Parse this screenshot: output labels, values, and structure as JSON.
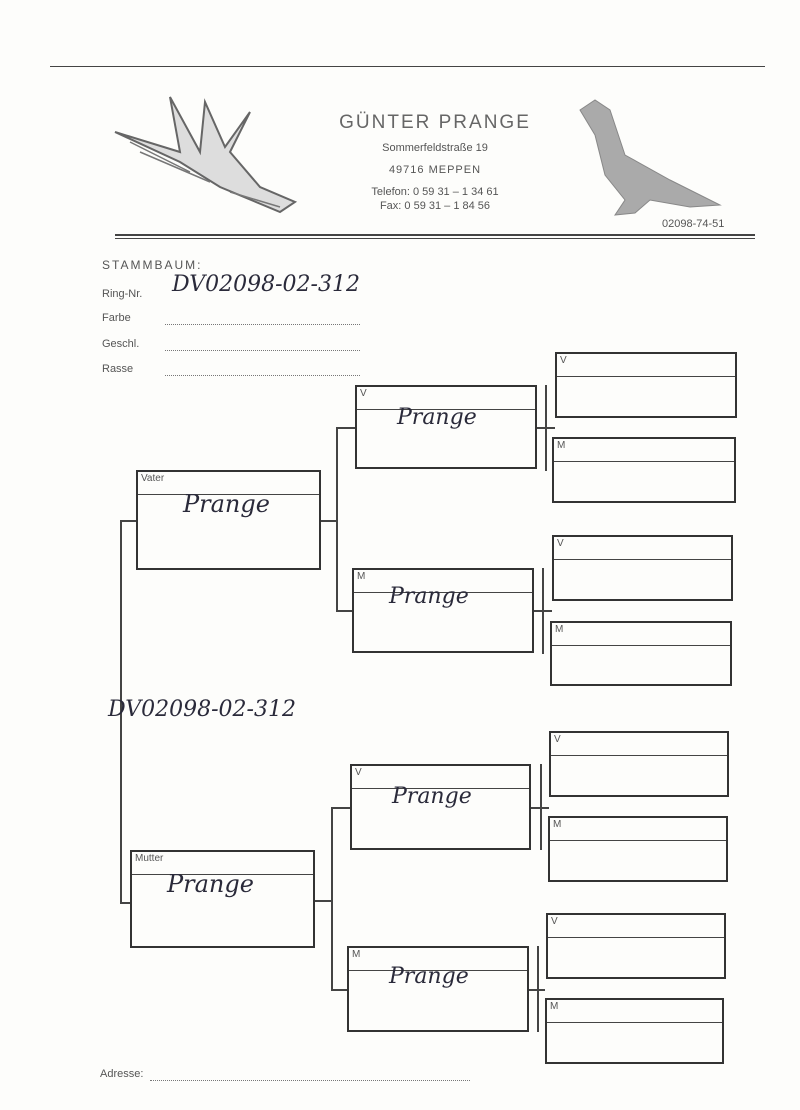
{
  "header": {
    "name": "GÜNTER PRANGE",
    "street": "Sommerfeldstraße 19",
    "city": "49716 MEPPEN",
    "phone": "Telefon: 0 59 31 – 1 34 61",
    "fax": "Fax: 0 59 31 – 1 84 56",
    "ring_code": "02098-74-51"
  },
  "form": {
    "title": "STAMMBAUM:",
    "ring_label": "Ring-Nr.",
    "ring_value": "DV02098-02-312",
    "color_label": "Farbe",
    "sex_label": "Geschl.",
    "breed_label": "Rasse",
    "address_label": "Adresse:"
  },
  "pedigree": {
    "subject": "DV02098-02-312",
    "father": {
      "label": "Vater",
      "value": "Prange"
    },
    "mother": {
      "label": "Mutter",
      "value": "Prange"
    },
    "gen2": [
      {
        "label": "V",
        "value": "Prange"
      },
      {
        "label": "M",
        "value": "Prange"
      },
      {
        "label": "V",
        "value": "Prange"
      },
      {
        "label": "M",
        "value": "Prange"
      }
    ],
    "gen3": [
      {
        "label": "V"
      },
      {
        "label": "M"
      },
      {
        "label": "V"
      },
      {
        "label": "M"
      },
      {
        "label": "V"
      },
      {
        "label": "M"
      },
      {
        "label": "V"
      },
      {
        "label": "M"
      }
    ]
  }
}
